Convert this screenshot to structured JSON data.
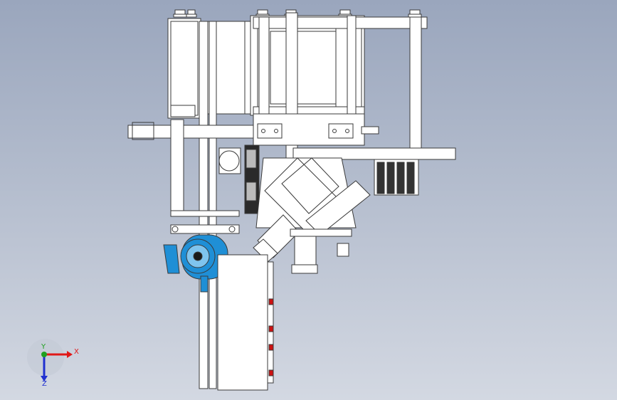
{
  "viewport": {
    "background_top": "#9aa6bd",
    "background_bottom": "#d3d8e2"
  },
  "triad": {
    "x_label": "X",
    "y_label": "Y",
    "z_label": "Z",
    "x_color": "#e01818",
    "y_color": "#20a020",
    "z_color": "#2030d0"
  },
  "model": {
    "line_color": "#3a3a3a",
    "panel_color": "#ffffff",
    "motor_color": "#1f8fd6",
    "gear_color": "#2a2a2a",
    "lamp_color": "#cc1111"
  }
}
